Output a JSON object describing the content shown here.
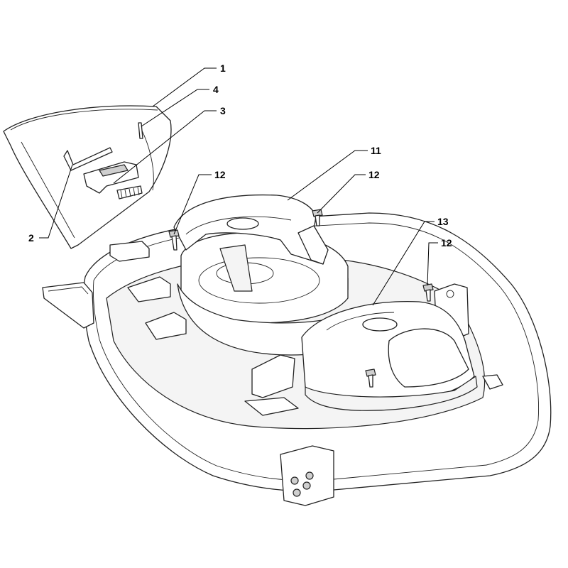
{
  "diagram": {
    "callouts": [
      {
        "id": "c1",
        "label": "1"
      },
      {
        "id": "c4",
        "label": "4"
      },
      {
        "id": "c3",
        "label": "3"
      },
      {
        "id": "c2",
        "label": "2"
      },
      {
        "id": "c11",
        "label": "11"
      },
      {
        "id": "c12a",
        "label": "12"
      },
      {
        "id": "c12b",
        "label": "12"
      },
      {
        "id": "c13",
        "label": "13"
      },
      {
        "id": "c12c",
        "label": "12"
      }
    ]
  }
}
